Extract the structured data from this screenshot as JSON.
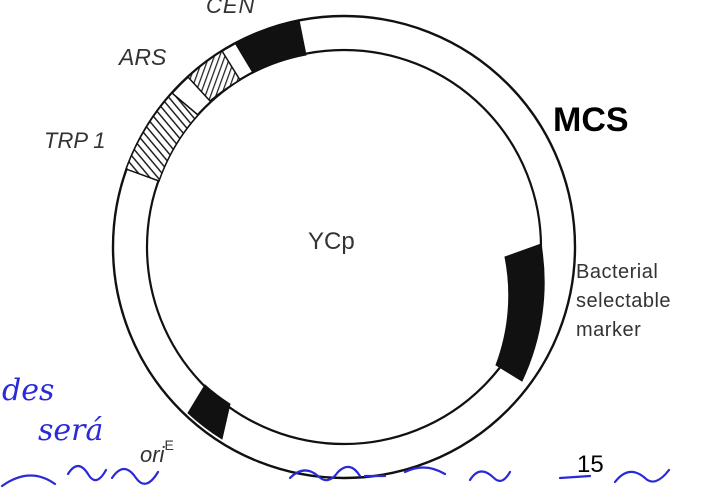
{
  "diagram": {
    "plasmid_name": "YCp",
    "features": {
      "cen": "CEN",
      "ars": "ARS",
      "trp1": "TRP 1",
      "marker_lines": [
        "Bacterial",
        "selectable",
        "marker"
      ],
      "ori_base": "ori",
      "ori_sup": "E"
    },
    "mcs_label": "MCS"
  },
  "slide_number": "15",
  "handwriting": {
    "line1": "des",
    "line2": "será"
  },
  "colors": {
    "ink": "#2a2ad8",
    "segment_fill": "#111111",
    "label_gray": "#333333"
  }
}
